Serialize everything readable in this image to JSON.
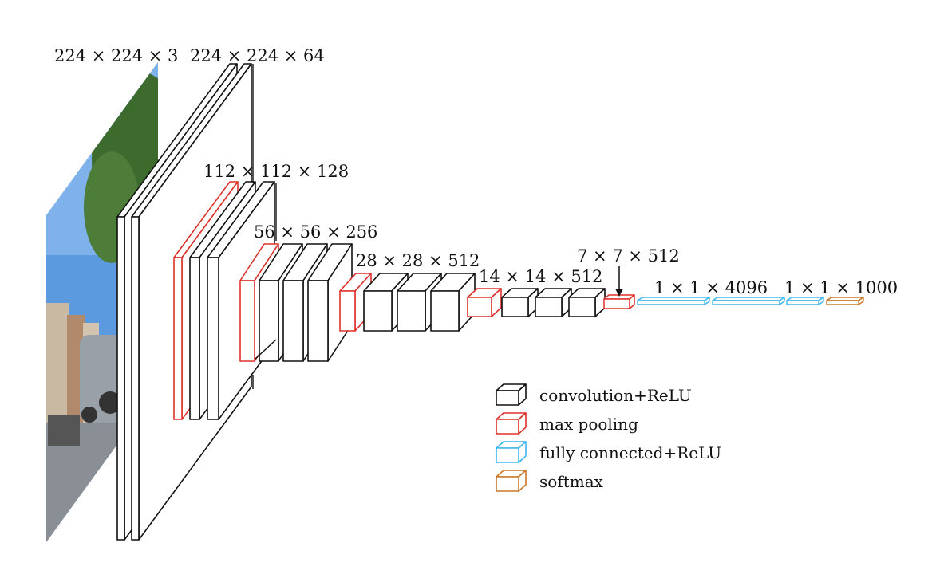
{
  "colors": {
    "conv": "#111111",
    "pool": "#e0302a",
    "fc": "#3fb6ee",
    "softmax": "#c8782a",
    "photo_sky": "#4f8fd8",
    "photo_tree": "#3d6b2e",
    "photo_street": "#8a8f96"
  },
  "labels": {
    "input": "224 × 224 × 3",
    "block1": "224 × 224 × 64",
    "block2": "112 × 112 × 128",
    "block3": "56 × 56 × 256",
    "block4": "28 × 28 × 512",
    "block5": "14 × 14 × 512",
    "pool5": "7 × 7 × 512",
    "fc": "1 × 1 × 4096",
    "softmax": "1 × 1 × 1000"
  },
  "legend": [
    {
      "key": "conv",
      "label": "convolution+ReLU",
      "icon": "black-cube-icon"
    },
    {
      "key": "pool",
      "label": "max pooling",
      "icon": "red-cube-icon"
    },
    {
      "key": "fc",
      "label": "fully connected+ReLU",
      "icon": "blue-cube-icon"
    },
    {
      "key": "softmax",
      "label": "softmax",
      "icon": "orange-cube-icon"
    }
  ]
}
